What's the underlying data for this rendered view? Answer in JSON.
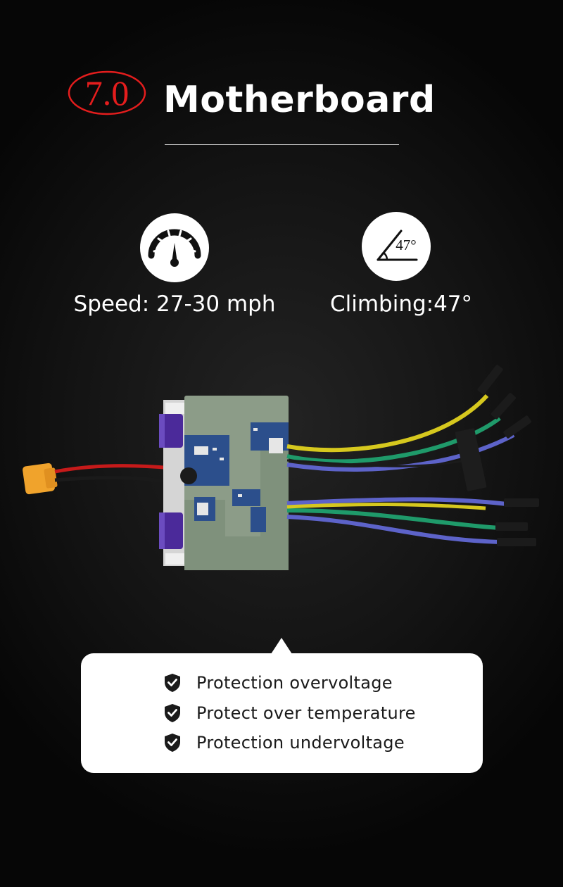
{
  "header": {
    "version_badge": "7.0",
    "title": "Motherboard"
  },
  "specs": [
    {
      "icon": "speedometer-icon",
      "label": "Speed: 27-30 mph"
    },
    {
      "icon": "incline-angle-icon",
      "icon_text": "47°",
      "label": "Climbing:47°"
    }
  ],
  "product_image": "motherboard-pcb-with-wires",
  "features": [
    {
      "icon": "shield-check-icon",
      "label": "Protection overvoltage"
    },
    {
      "icon": "shield-check-icon",
      "label": "Protect over temperature"
    },
    {
      "icon": "shield-check-icon",
      "label": "Protection undervoltage"
    }
  ],
  "colors": {
    "badge_red": "#e41d1d",
    "background": "#0d0d0d",
    "popup_bg": "#ffffff"
  }
}
